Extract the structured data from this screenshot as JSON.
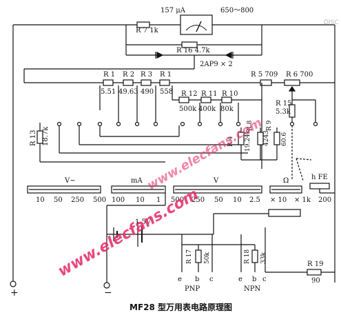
{
  "diagram": {
    "title": "MF28 型万用表电路原理图",
    "meter": {
      "current": "157 μA",
      "resistance": "650～800"
    },
    "components": {
      "r7": "R 7  1k",
      "r16": "R 16  4.7k",
      "diodes": "2AP9 × 2",
      "r1": "R 1",
      "r2": "R 2",
      "r3": "R 3",
      "r_4th": "R 1",
      "r1_val": "5.51",
      "r2_val": "49.63",
      "r3_val": "490",
      "r_4th_val": "558",
      "r5": "R 5  709",
      "r6": "R 6  700",
      "r12": "R 12",
      "r12_val": "500k",
      "r11": "R 11",
      "r11_val": "400k",
      "r10": "R 10",
      "r10_val": "80k",
      "r15": "R 15",
      "r15_val": "5.3k",
      "r13": "R 13",
      "r13_val": "18.7k",
      "r4": "R 4",
      "r4_val": "19.24k",
      "r8": "R 8",
      "r8_val": "4243",
      "r9": "R 9",
      "r9_val": "60.6",
      "r17": "R 17",
      "r17_val": "50k",
      "r18": "R 18",
      "r18_val": "33k",
      "r19": "R 19",
      "r19_val": "90",
      "battery": "1.5V"
    },
    "scales": {
      "v_ac_label": "V~",
      "ma_label": "mA",
      "v_dc_label": "V",
      "ohm_label": "Ω",
      "hfe_label": "h FE",
      "v_ac_ticks": [
        "10",
        "50",
        "250",
        "500"
      ],
      "ma_ticks": [
        "100",
        "10",
        "1"
      ],
      "v_dc_ticks": [
        "500",
        "250",
        "50",
        "10",
        "2.5"
      ],
      "ohm_ticks": [
        "× 10",
        "× 1k"
      ],
      "hfe_ticks": [
        "200"
      ]
    },
    "transistor": {
      "pnp_label": "PNP",
      "npn_label": "NPN",
      "pnp_pins": [
        "e",
        "b",
        "c"
      ],
      "npn_pins": [
        "e",
        "b",
        "c"
      ]
    },
    "terminals": {
      "plus": "+",
      "minus": "−"
    },
    "watermark": "www.elecfans.com",
    "corner_watermark": "DISC"
  }
}
